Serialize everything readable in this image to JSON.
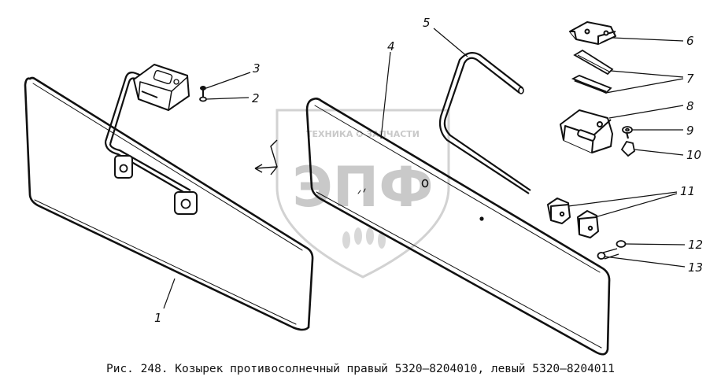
{
  "watermark": {
    "top_text": "ТЕХНИКА ✪ ЗАПЧАСТИ",
    "logo_text": "ЭПФ"
  },
  "callouts": [
    "1",
    "2",
    "3",
    "4",
    "5",
    "6",
    "7",
    "8",
    "9",
    "10",
    "11",
    "12",
    "13"
  ],
  "caption": "Рис. 248. Козырек противосолнечный правый 5320—8204010, левый 5320—8204011",
  "colors": {
    "ink": "#111111",
    "watermark": "#c9c9c9"
  }
}
